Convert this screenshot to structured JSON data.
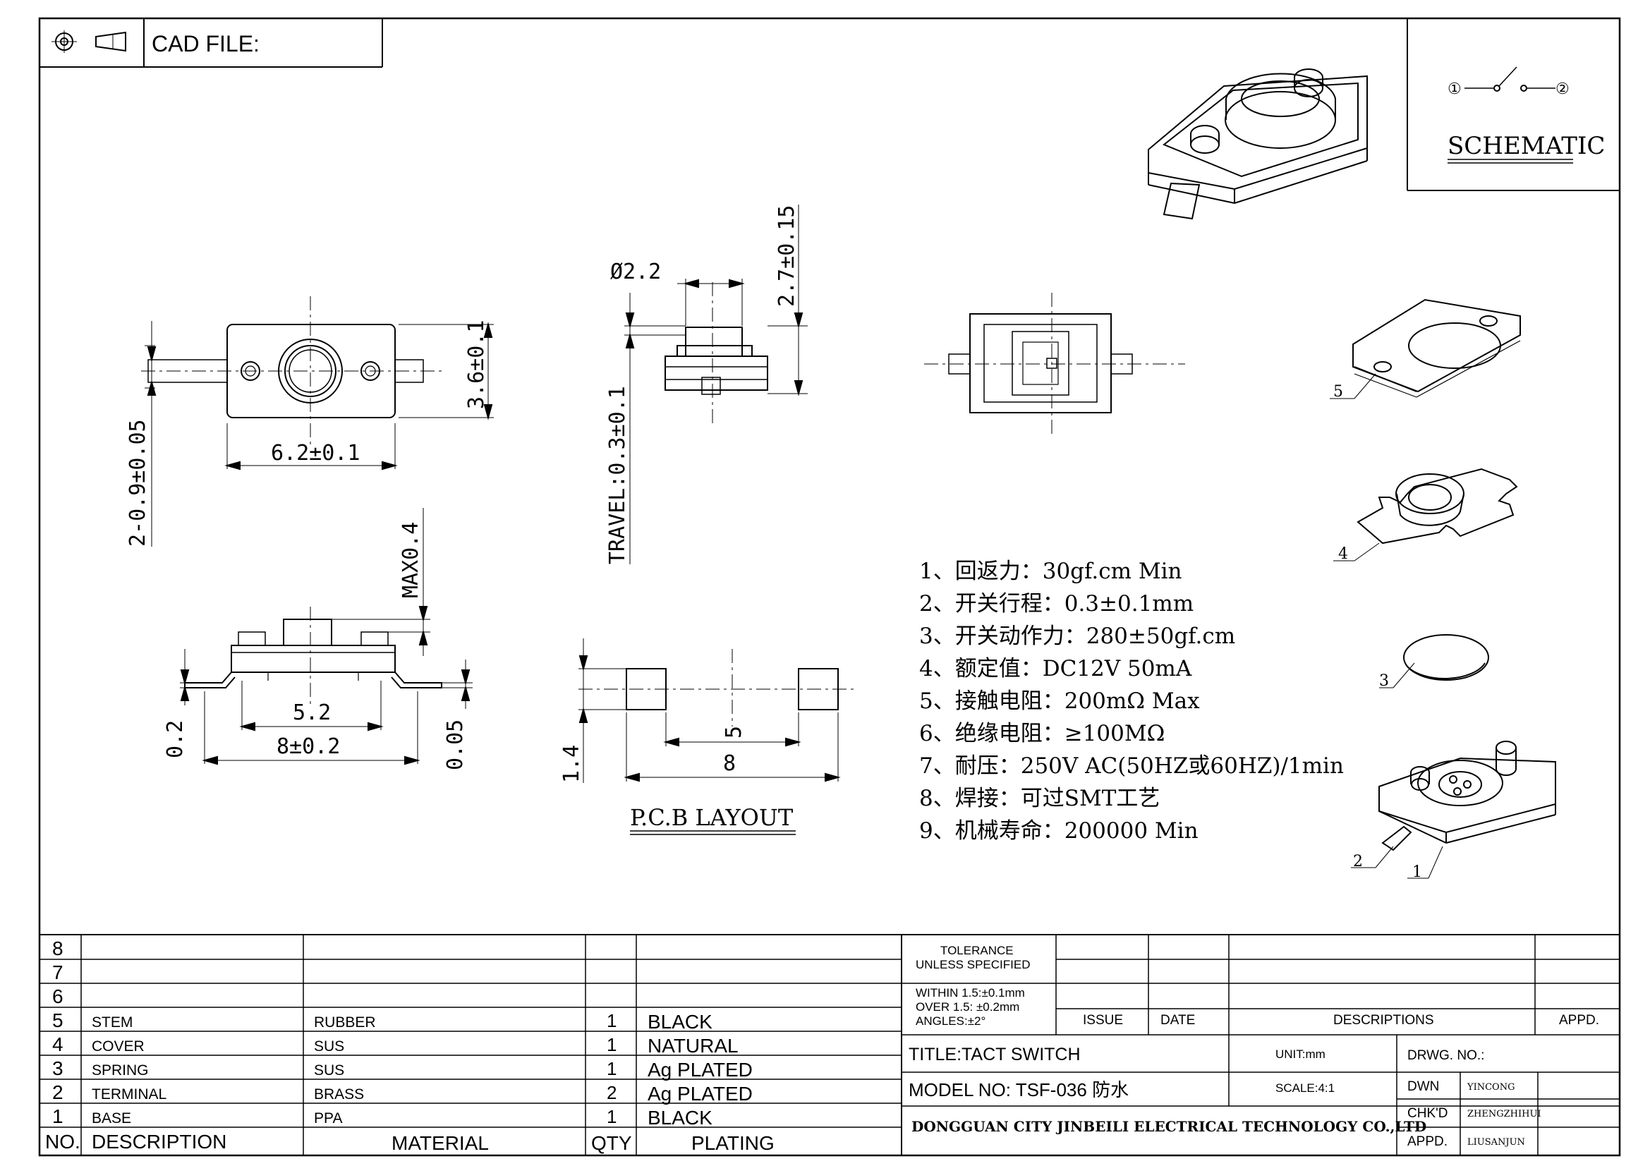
{
  "header": {
    "cad_file_label": "CAD FILE:"
  },
  "schematic": {
    "pin1": "①",
    "pin2": "②",
    "label": "SCHEMATIC"
  },
  "dimensions": {
    "top_width": "6.2±0.1",
    "top_height": "3.6±0.1",
    "terminal_width": "2-0.9±0.05",
    "stem_diameter": "Ø2.2",
    "stem_height": "2.7±0.15",
    "travel": "TRAVEL:0.3±0.1",
    "max_overtravel": "MAX0.4",
    "inner_span": "5.2",
    "outer_span": "8±0.2",
    "terminal_thickness_left": "0.2",
    "terminal_thickness_right": "0.05",
    "pcb_height": "1.4",
    "pcb_inner": "5",
    "pcb_outer": "8"
  },
  "pcb_layout_label": "P.C.B LAYOUT",
  "parts_callouts": [
    "5",
    "4",
    "3",
    "2",
    "1"
  ],
  "specs": [
    "1、回返力：30gf.cm  Min",
    "2、开关行程：0.3±0.1mm",
    "3、开关动作力：280±50gf.cm",
    "4、额定值：DC12V 50mA",
    "5、接触电阻：200mΩ Max",
    "6、绝缘电阻：≥100MΩ",
    "7、耐压：250V AC(50HZ或60HZ)/1min",
    "8、焊接：可过SMT工艺",
    "9、机械寿命：200000 Min"
  ],
  "bom": {
    "rows": [
      {
        "no": "8",
        "desc": "",
        "material": "",
        "qty": "",
        "plating": ""
      },
      {
        "no": "7",
        "desc": "",
        "material": "",
        "qty": "",
        "plating": ""
      },
      {
        "no": "6",
        "desc": "",
        "material": "",
        "qty": "",
        "plating": ""
      },
      {
        "no": "5",
        "desc": "STEM",
        "material": "RUBBER",
        "qty": "1",
        "plating": "BLACK"
      },
      {
        "no": "4",
        "desc": "COVER",
        "material": "SUS",
        "qty": "1",
        "plating": "NATURAL"
      },
      {
        "no": "3",
        "desc": "SPRING",
        "material": "SUS",
        "qty": "1",
        "plating": "Ag PLATED"
      },
      {
        "no": "2",
        "desc": "TERMINAL",
        "material": "BRASS",
        "qty": "2",
        "plating": "Ag PLATED"
      },
      {
        "no": "1",
        "desc": "BASE",
        "material": "PPA",
        "qty": "1",
        "plating": "BLACK"
      }
    ],
    "headers": {
      "no": "NO.",
      "desc": "DESCRIPTION",
      "material": "MATERIAL",
      "qty": "QTY",
      "plating": "PLATING"
    }
  },
  "title_block": {
    "tolerance_title": "TOLERANCE",
    "tolerance_sub": "UNLESS SPECIFIED",
    "tol_line1": "WITHIN 1.5:±0.1mm",
    "tol_line2": "OVER 1.5:  ±0.2mm",
    "tol_line3": "ANGLES:±2°",
    "issue": "ISSUE",
    "date": "DATE",
    "descriptions": "DESCRIPTIONS",
    "appd_head": "APPD.",
    "title": "TITLE:TACT  SWITCH",
    "unit": "UNIT:mm",
    "drwg_no": "DRWG. NO.:",
    "model": "MODEL NO: TSF-036 防水",
    "scale": "SCALE:4:1",
    "dwn": "DWN",
    "dwn_name": "YINCONG",
    "chkd": "CHK'D",
    "chkd_name": "ZHENGZHIHUI",
    "appd": "APPD.",
    "appd_name": "LIUSANJUN",
    "company": "DONGGUAN CITY JINBEILI ELECTRICAL TECHNOLOGY CO.,LTD"
  }
}
